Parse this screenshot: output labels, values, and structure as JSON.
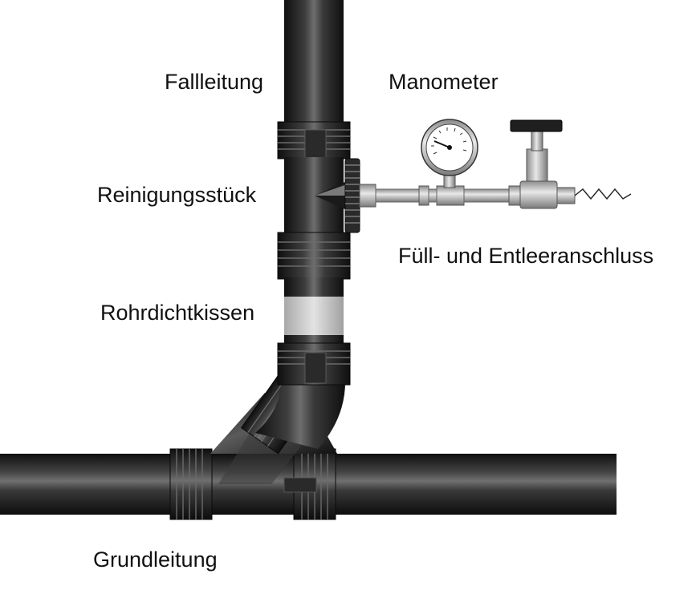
{
  "labels": {
    "fallleitung": "Fallleitung",
    "manometer": "Manometer",
    "reinigungsstueck": "Reinigungsstück",
    "fuell_entleeranschluss": "Füll- und Entleeranschluss",
    "rohrdichtkissen": "Rohrdichtkissen",
    "grundleitung": "Grundleitung"
  },
  "colors": {
    "pipe_dark": "#1c1c1c",
    "pipe_mid": "#3a3a3a",
    "pipe_highlight": "#7a7a7a",
    "cushion": "#c9c9c9",
    "metal": "#b5b5b5",
    "background": "#ffffff"
  }
}
